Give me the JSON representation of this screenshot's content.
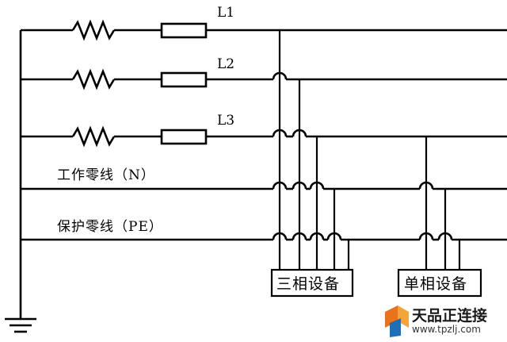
{
  "lines": {
    "l1": "L1",
    "l2": "L2",
    "l3": "L3",
    "neutral": "工作零线（N）",
    "protective": "保护零线（PE）"
  },
  "loads": {
    "three_phase": "三相设备",
    "single_phase": "单相设备"
  },
  "watermark": {
    "title": "天品正连接",
    "url": "www.tpzlj.com",
    "colors": [
      "#e8731c",
      "#1d6fb8",
      "#f2a53a"
    ]
  }
}
